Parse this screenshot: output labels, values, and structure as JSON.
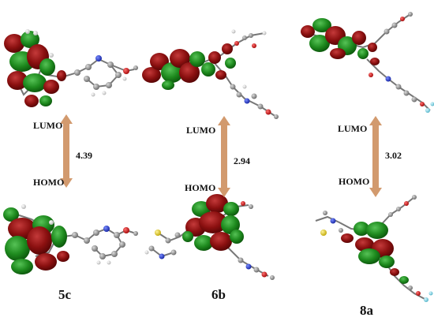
{
  "panels": [
    {
      "compound": "5c",
      "lumo_label": "LUMO",
      "homo_label": "HOMO",
      "gap": "4.39"
    },
    {
      "compound": "6b",
      "lumo_label": "LUMO",
      "homo_label": "HOMO",
      "gap": "2.94"
    },
    {
      "compound": "8a",
      "lumo_label": "LUMO",
      "homo_label": "HOMO",
      "gap": "3.02"
    }
  ],
  "colors": {
    "lobe_positive": "#8b1010",
    "lobe_negative": "#1e8a1e",
    "arrow": "#d29a6e",
    "carbon": "#8c8c8c",
    "hydrogen": "#e4e4e4",
    "nitrogen": "#2a3fd0",
    "oxygen": "#d01818",
    "sulfur": "#e6d030",
    "fluorine": "#7fd8e8"
  }
}
